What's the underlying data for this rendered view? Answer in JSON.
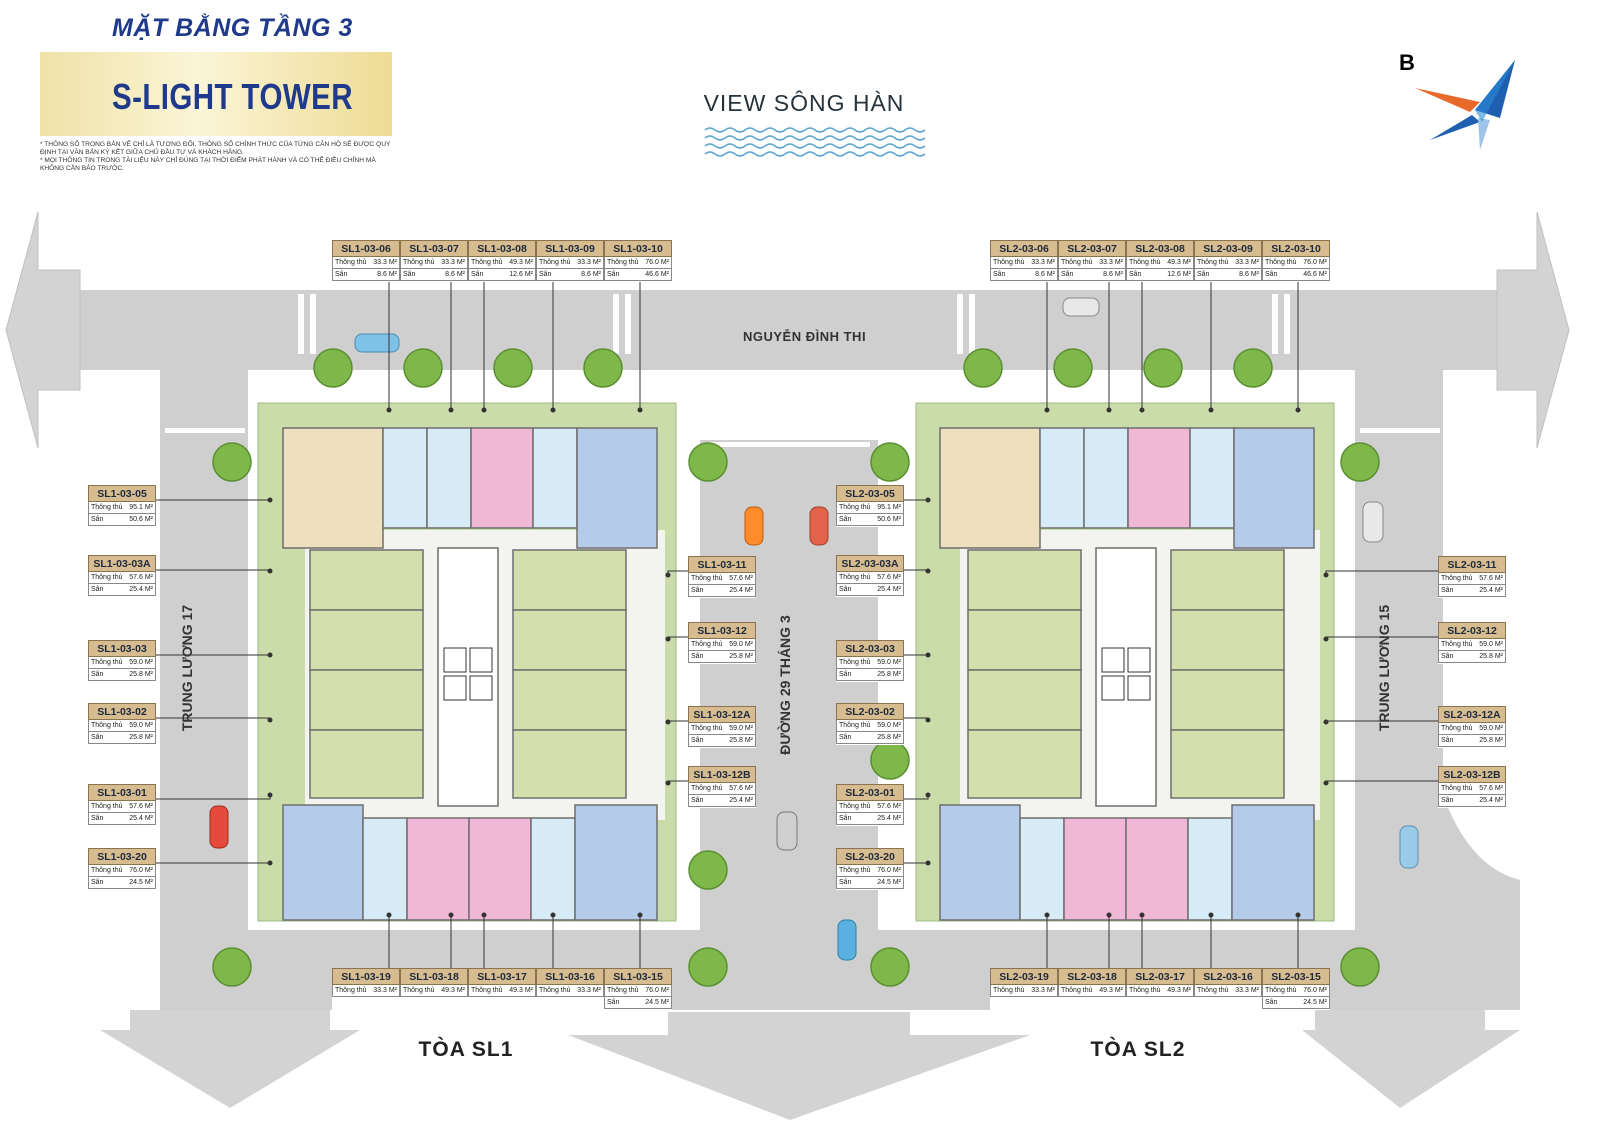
{
  "header": {
    "floor_title": "MẶT BẰNG TẦNG 3",
    "tower_title": "S-LIGHT TOWER",
    "notes": [
      "* THÔNG SỐ TRONG BẢN VẼ CHỈ LÀ TƯƠNG ĐỐI, THÔNG SỐ CHÍNH THỨC CỦA TỪNG CĂN HỘ SẼ ĐƯỢC QUY ĐỊNH TẠI VĂN BẢN KÝ KẾT GIỮA CHỦ ĐẦU TƯ VÀ KHÁCH HÀNG.",
      "* MỌI THÔNG TIN TRONG TÀI LIỆU NÀY CHỈ ĐÚNG TẠI THỜI ĐIỂM PHÁT HÀNH VÀ CÓ THỂ ĐIỀU CHỈNH MÀ KHÔNG CẦN BÁO TRƯỚC."
    ],
    "view_label": "VIEW SÔNG HÀN",
    "compass_letter": "B"
  },
  "streets": {
    "top": "NGUYỄN ĐÌNH THI",
    "left": "TRUNG LƯƠNG 17",
    "middle": "ĐƯỜNG 29 THÁNG 3",
    "right": "TRUNG LƯƠNG 15"
  },
  "towers": {
    "sl1": "TÒA SL1",
    "sl2": "TÒA SL2"
  },
  "row_labels": {
    "net": "Thông thủy",
    "balcony": "Sân"
  },
  "colors": {
    "road": "#cfcfcf",
    "garden": "#c9dcaa",
    "unit_green": "#d4dfae",
    "unit_blue": "#b4cbe9",
    "unit_pink": "#f0b8d6",
    "unit_lightblue": "#d6ebf5",
    "unit_tan": "#eedfbf",
    "label_bg": "#d6bc8f",
    "title_blue": "#1f3a8a"
  },
  "units": {
    "SL1-03-06": {
      "code": "SL1-03-06",
      "net": "33.3 M²",
      "balcony": "8.6 M²"
    },
    "SL1-03-07": {
      "code": "SL1-03-07",
      "net": "33.3 M²",
      "balcony": "8.6 M²"
    },
    "SL1-03-08": {
      "code": "SL1-03-08",
      "net": "49.3 M²",
      "balcony": "12.6 M²"
    },
    "SL1-03-09": {
      "code": "SL1-03-09",
      "net": "33.3 M²",
      "balcony": "8.6 M²"
    },
    "SL1-03-10": {
      "code": "SL1-03-10",
      "net": "76.0 M²",
      "balcony": "46.6 M²"
    },
    "SL1-03-05": {
      "code": "SL1-03-05",
      "net": "95.1 M²",
      "balcony": "50.6 M²"
    },
    "SL1-03-03A": {
      "code": "SL1-03-03A",
      "net": "57.6 M²",
      "balcony": "25.4 M²"
    },
    "SL1-03-03": {
      "code": "SL1-03-03",
      "net": "59.0 M²",
      "balcony": "25.8 M²"
    },
    "SL1-03-02": {
      "code": "SL1-03-02",
      "net": "59.0 M²",
      "balcony": "25.8 M²"
    },
    "SL1-03-01": {
      "code": "SL1-03-01",
      "net": "57.6 M²",
      "balcony": "25.4 M²"
    },
    "SL1-03-20": {
      "code": "SL1-03-20",
      "net": "76.0 M²",
      "balcony": "24.5 M²"
    },
    "SL1-03-11": {
      "code": "SL1-03-11",
      "net": "57.6 M²",
      "balcony": "25.4 M²"
    },
    "SL1-03-12": {
      "code": "SL1-03-12",
      "net": "59.0 M²",
      "balcony": "25.8 M²"
    },
    "SL1-03-12A": {
      "code": "SL1-03-12A",
      "net": "59.0 M²",
      "balcony": "25.8 M²"
    },
    "SL1-03-12B": {
      "code": "SL1-03-12B",
      "net": "57.6 M²",
      "balcony": "25.4 M²"
    },
    "SL1-03-19": {
      "code": "SL1-03-19",
      "net": "33.3 M²"
    },
    "SL1-03-18": {
      "code": "SL1-03-18",
      "net": "49.3 M²"
    },
    "SL1-03-17": {
      "code": "SL1-03-17",
      "net": "49.3 M²"
    },
    "SL1-03-16": {
      "code": "SL1-03-16",
      "net": "33.3 M²"
    },
    "SL1-03-15": {
      "code": "SL1-03-15",
      "net": "76.0 M²",
      "balcony": "24.5 M²"
    },
    "SL2-03-06": {
      "code": "SL2-03-06",
      "net": "33.3 M²",
      "balcony": "8.6 M²"
    },
    "SL2-03-07": {
      "code": "SL2-03-07",
      "net": "33.3 M²",
      "balcony": "8.6 M²"
    },
    "SL2-03-08": {
      "code": "SL2-03-08",
      "net": "49.3 M²",
      "balcony": "12.6 M²"
    },
    "SL2-03-09": {
      "code": "SL2-03-09",
      "net": "33.3 M²",
      "balcony": "8.6 M²"
    },
    "SL2-03-10": {
      "code": "SL2-03-10",
      "net": "76.0 M²",
      "balcony": "46.6 M²"
    },
    "SL2-03-05": {
      "code": "SL2-03-05",
      "net": "95.1 M²",
      "balcony": "50.6 M²"
    },
    "SL2-03-03A": {
      "code": "SL2-03-03A",
      "net": "57.6 M²",
      "balcony": "25.4 M²"
    },
    "SL2-03-03": {
      "code": "SL2-03-03",
      "net": "59.0 M²",
      "balcony": "25.8 M²"
    },
    "SL2-03-02": {
      "code": "SL2-03-02",
      "net": "59.0 M²",
      "balcony": "25.8 M²"
    },
    "SL2-03-01": {
      "code": "SL2-03-01",
      "net": "57.6 M²",
      "balcony": "25.4 M²"
    },
    "SL2-03-20": {
      "code": "SL2-03-20",
      "net": "76.0 M²",
      "balcony": "24.5 M²"
    },
    "SL2-03-11": {
      "code": "SL2-03-11",
      "net": "57.6 M²",
      "balcony": "25.4 M²"
    },
    "SL2-03-12": {
      "code": "SL2-03-12",
      "net": "59.0 M²",
      "balcony": "25.8 M²"
    },
    "SL2-03-12A": {
      "code": "SL2-03-12A",
      "net": "59.0 M²",
      "balcony": "25.8 M²"
    },
    "SL2-03-12B": {
      "code": "SL2-03-12B",
      "net": "57.6 M²",
      "balcony": "25.4 M²"
    },
    "SL2-03-19": {
      "code": "SL2-03-19",
      "net": "33.3 M²"
    },
    "SL2-03-18": {
      "code": "SL2-03-18",
      "net": "49.3 M²"
    },
    "SL2-03-17": {
      "code": "SL2-03-17",
      "net": "49.3 M²"
    },
    "SL2-03-16": {
      "code": "SL2-03-16",
      "net": "33.3 M²"
    },
    "SL2-03-15": {
      "code": "SL2-03-15",
      "net": "76.0 M²",
      "balcony": "24.5 M²"
    }
  }
}
